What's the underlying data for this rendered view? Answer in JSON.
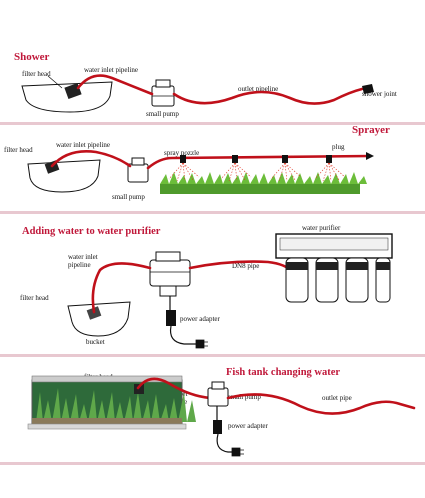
{
  "colors": {
    "title": "#c0183a",
    "pipe": "#c0101a",
    "separator": "#e8c8d0"
  },
  "shower": {
    "title": "Shower",
    "filter_head": "filter head",
    "inlet": "water inlet pipeline",
    "pump": "small pump",
    "outlet": "outlet pipeline",
    "joint": "shower joint"
  },
  "sprayer": {
    "title": "Sprayer",
    "filter_head": "filter head",
    "inlet": "water inlet pipeline",
    "nozzle": "spray nozzle",
    "plug": "plug",
    "pump": "small pump"
  },
  "purifier": {
    "title": "Adding water to water purifier",
    "inlet_line1": "water inlet",
    "inlet_line2": "pipeline",
    "dn8": "DN8 pipe",
    "purifier": "water purifier",
    "filter_head": "filter head",
    "adapter": "power adapter",
    "bucket": "bucket"
  },
  "fishtank": {
    "title": "Fish tank changing water",
    "filter_head": "filter head",
    "inlet_line1": "inlet",
    "inlet_line2": "pipe",
    "pump": "small pump",
    "outlet": "outlet pipe",
    "adapter": "power adapter"
  }
}
